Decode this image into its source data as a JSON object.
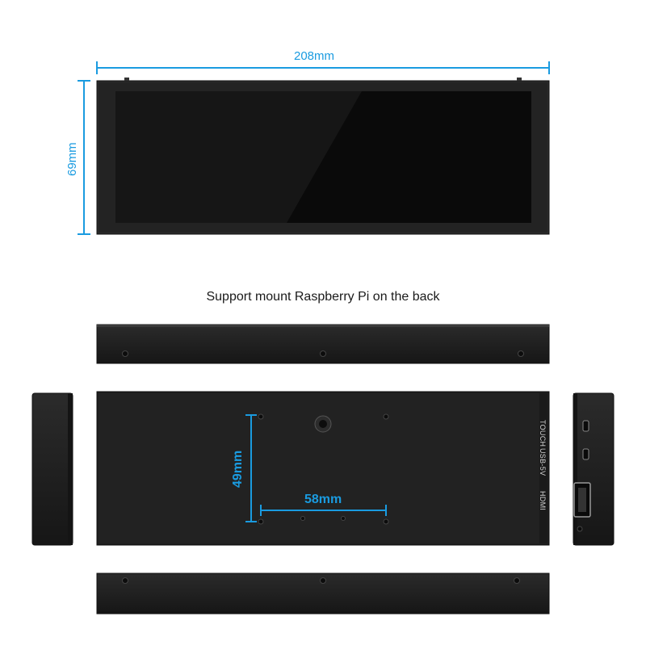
{
  "dimensions": {
    "width_label": "208mm",
    "height_label": "69mm",
    "mount_height_label": "49mm",
    "mount_width_label": "58mm"
  },
  "caption": "Support mount Raspberry Pi on the back",
  "ports": {
    "touch": "TOUCH",
    "usb": "USB-5V",
    "hdmi": "HDMI"
  },
  "colors": {
    "dimension_line": "#1a9be0",
    "bezel": "#222222",
    "screen": "#050505",
    "body": "#1e1e1e"
  }
}
